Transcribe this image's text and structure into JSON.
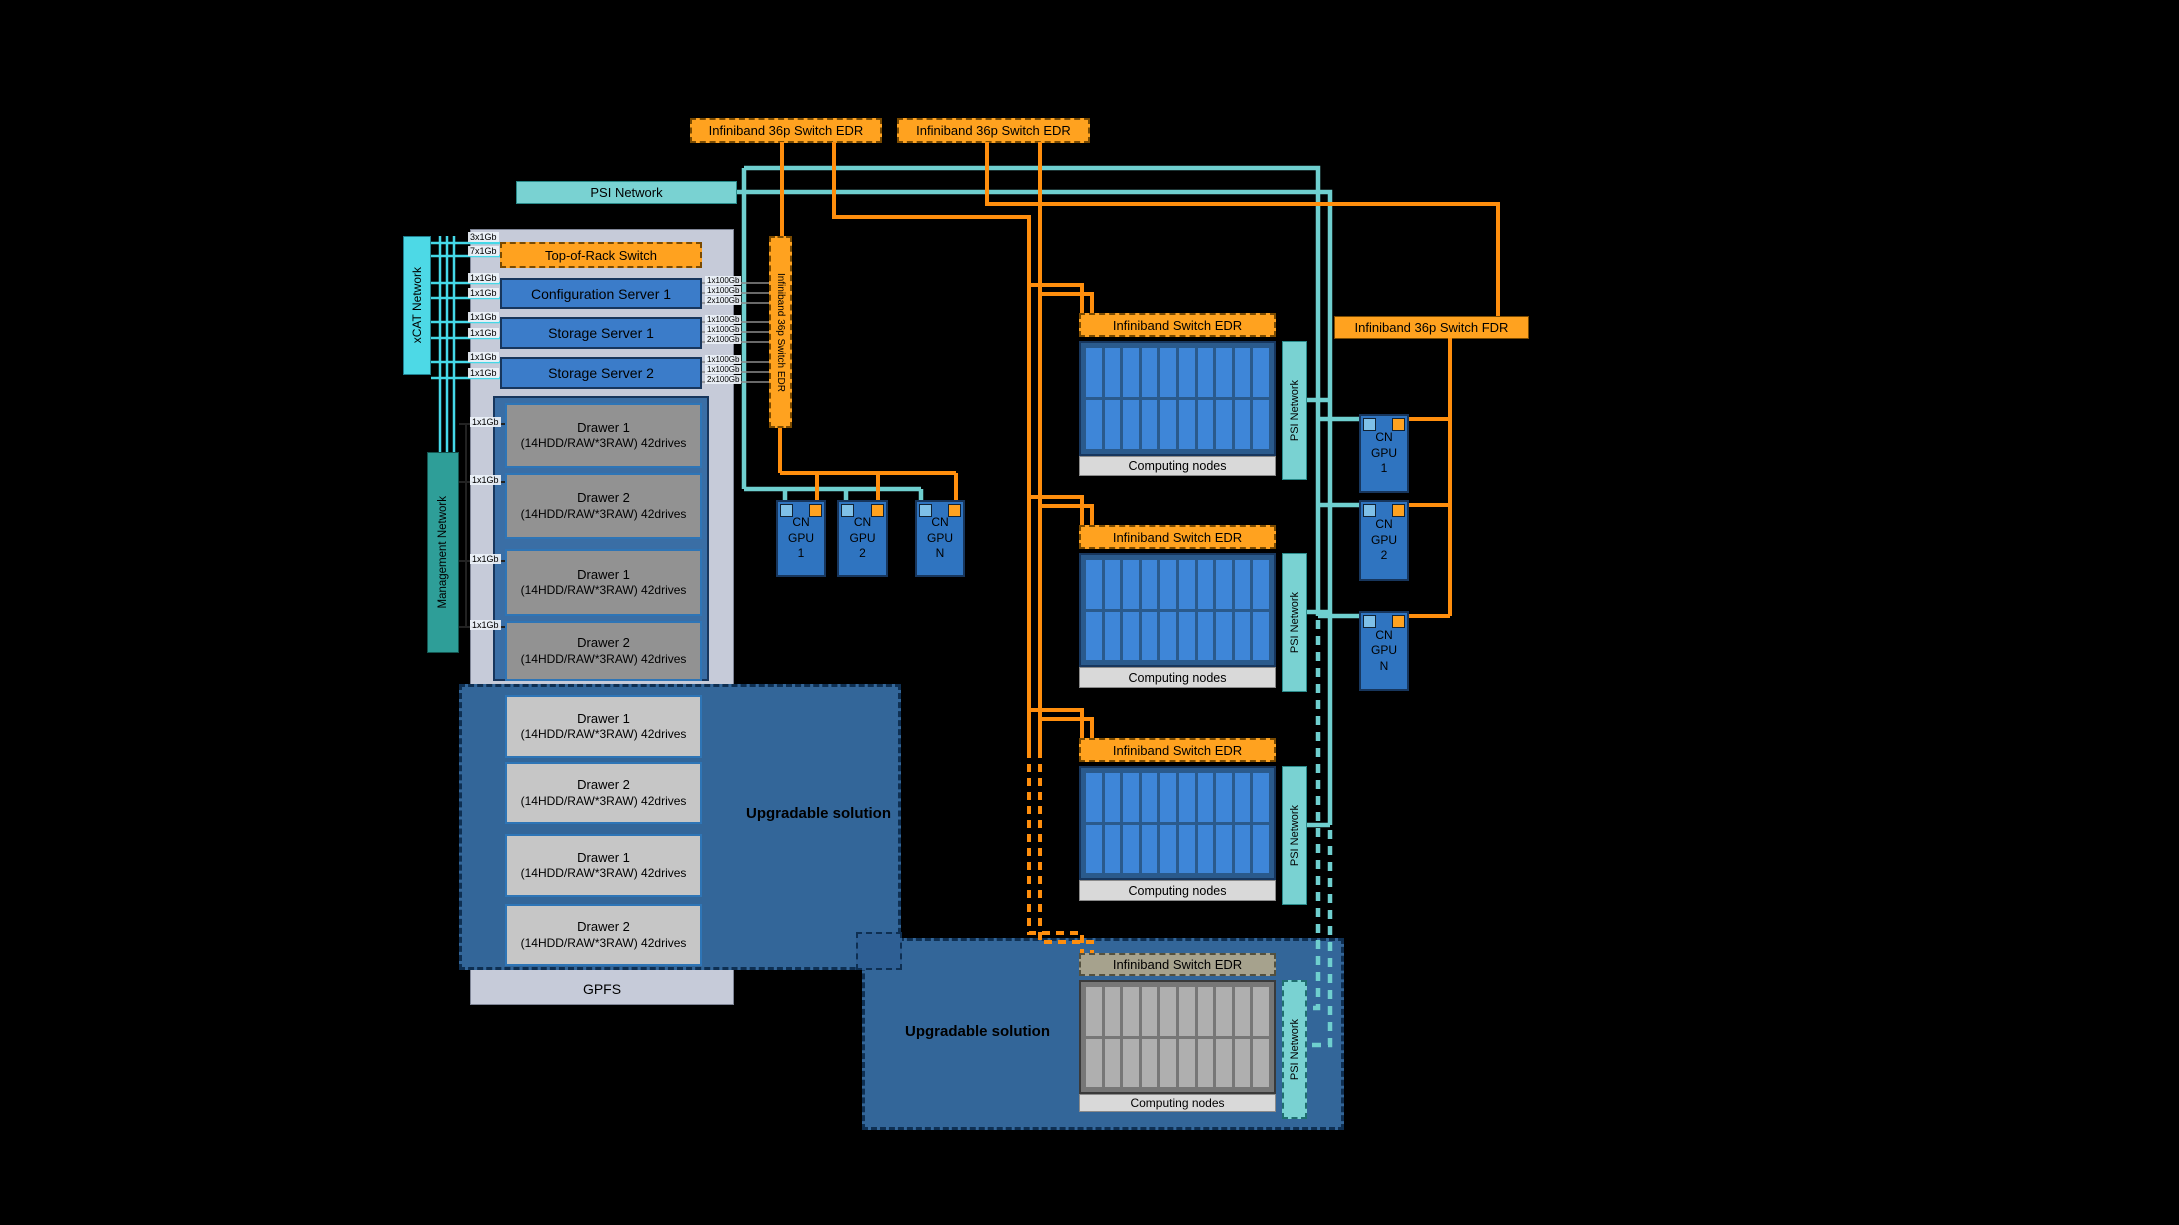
{
  "network": {
    "psi_label": "PSI Network",
    "xcat_label": "xCAT Network",
    "management_label": "Management Network"
  },
  "switches": {
    "top_edr_1": "Infiniband 36p Switch EDR",
    "top_edr_2": "Infiniband 36p Switch EDR",
    "vertical_edr": "Infiniband 36p Switch EDR",
    "fdr": "Infiniband 36p Switch FDR",
    "top_of_rack": "Top-of-Rack Switch"
  },
  "rack": {
    "servers": [
      "Configuration Server 1",
      "Storage Server 1",
      "Storage Server 2"
    ],
    "drawers": [
      {
        "title": "Drawer 1",
        "subtitle": "(14HDD/RAW*3RAW) 42drives"
      },
      {
        "title": "Drawer 2",
        "subtitle": "(14HDD/RAW*3RAW) 42drives"
      },
      {
        "title": "Drawer 1",
        "subtitle": "(14HDD/RAW*3RAW) 42drives"
      },
      {
        "title": "Drawer 2",
        "subtitle": "(14HDD/RAW*3RAW) 42drives"
      },
      {
        "title": "Drawer 1",
        "subtitle": "(14HDD/RAW*3RAW) 42drives"
      },
      {
        "title": "Drawer 2",
        "subtitle": "(14HDD/RAW*3RAW) 42drives"
      },
      {
        "title": "Drawer 1",
        "subtitle": "(14HDD/RAW*3RAW) 42drives"
      },
      {
        "title": "Drawer 2",
        "subtitle": "(14HDD/RAW*3RAW) 42drives"
      }
    ],
    "gpfs": "GPFS"
  },
  "links": {
    "xcat_uplinks": [
      "3x1Gb",
      "7x1Gb",
      "1x1Gb",
      "1x1Gb",
      "1x1Gb",
      "1x1Gb",
      "1x1Gb",
      "1x1Gb"
    ],
    "drawer_links": [
      "1x1Gb",
      "1x1Gb",
      "1x1Gb",
      "1x1Gb"
    ],
    "server_ib_links": [
      "1x100Gb",
      "1x100Gb",
      "2x100Gb",
      "1x100Gb",
      "1x100Gb",
      "2x100Gb",
      "1x100Gb",
      "1x100Gb",
      "2x100Gb"
    ]
  },
  "compute_groups": [
    {
      "switch_label": "Infiniband Switch EDR",
      "nodes_label": "Computing nodes",
      "psi_label": "PSI Network"
    },
    {
      "switch_label": "Infiniband Switch EDR",
      "nodes_label": "Computing nodes",
      "psi_label": "PSI Network"
    },
    {
      "switch_label": "Infiniband Switch EDR",
      "nodes_label": "Computing nodes",
      "psi_label": "PSI Network"
    },
    {
      "switch_label": "Infiniband Switch EDR",
      "nodes_label": "Computing nodes",
      "psi_label": "PSI Network"
    }
  ],
  "gpus_left": [
    {
      "l1": "CN",
      "l2": "GPU",
      "l3": "1"
    },
    {
      "l1": "CN",
      "l2": "GPU",
      "l3": "2"
    },
    {
      "l1": "CN",
      "l2": "GPU",
      "l3": "N"
    }
  ],
  "gpus_right": [
    {
      "l1": "CN",
      "l2": "GPU",
      "l3": "1"
    },
    {
      "l1": "CN",
      "l2": "GPU",
      "l3": "2"
    },
    {
      "l1": "CN",
      "l2": "GPU",
      "l3": "N"
    }
  ],
  "upgradable": {
    "left_label": "Upgradable solution",
    "bottom_label": "Upgradable solution"
  },
  "colors": {
    "orange": "#FFA21F",
    "teal": "#79D2D2",
    "cyan": "#4DD9E6",
    "server_blue": "#3B7CC9",
    "node_blue": "#3E86D8",
    "upgradable_blue": "#336699"
  }
}
